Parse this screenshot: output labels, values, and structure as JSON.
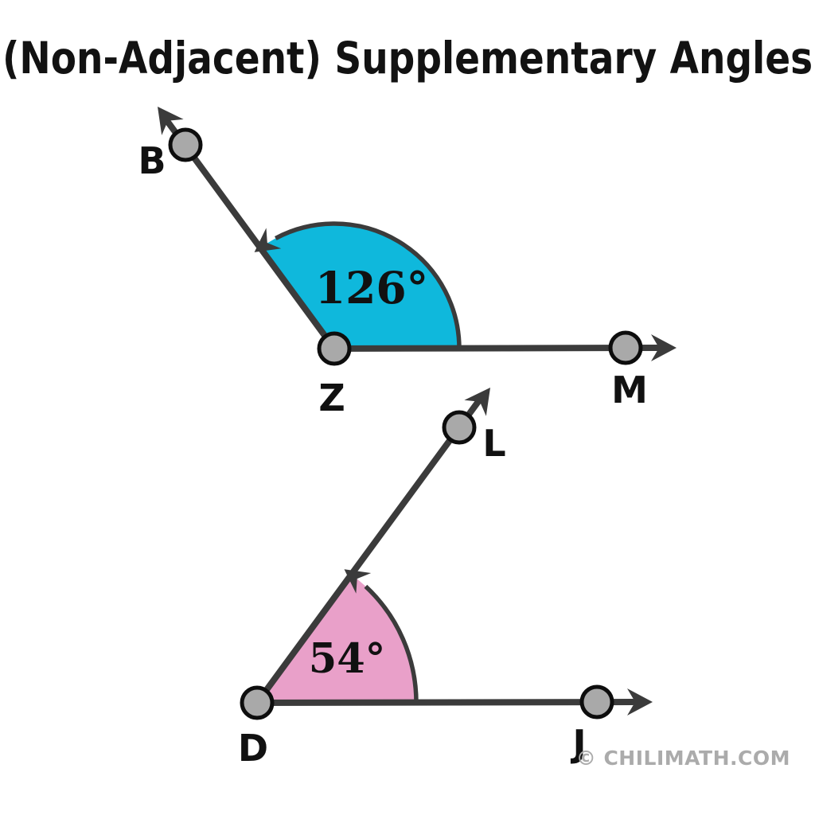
{
  "title": "(Non-Adjacent) Supplementary Angles",
  "watermark": "© CHILIMATH.COM",
  "colors": {
    "line": "#3B3B3B",
    "dot_fill": "#A9A9A9",
    "dot_stroke": "#0D0D0D",
    "label": "#111111",
    "watermark": "#ABABAB"
  },
  "figures": [
    {
      "id": "top-angle-BZM",
      "angle_label": "126°",
      "angle_degrees": 126,
      "fill": "#0FB8DC",
      "vertex": {
        "label": "Z"
      },
      "points": [
        {
          "label": "B"
        },
        {
          "label": "M"
        }
      ]
    },
    {
      "id": "bottom-angle-LDJ",
      "angle_label": "54°",
      "angle_degrees": 54,
      "fill": "#E9A0C9",
      "vertex": {
        "label": "D"
      },
      "points": [
        {
          "label": "L"
        },
        {
          "label": "J"
        }
      ]
    }
  ]
}
